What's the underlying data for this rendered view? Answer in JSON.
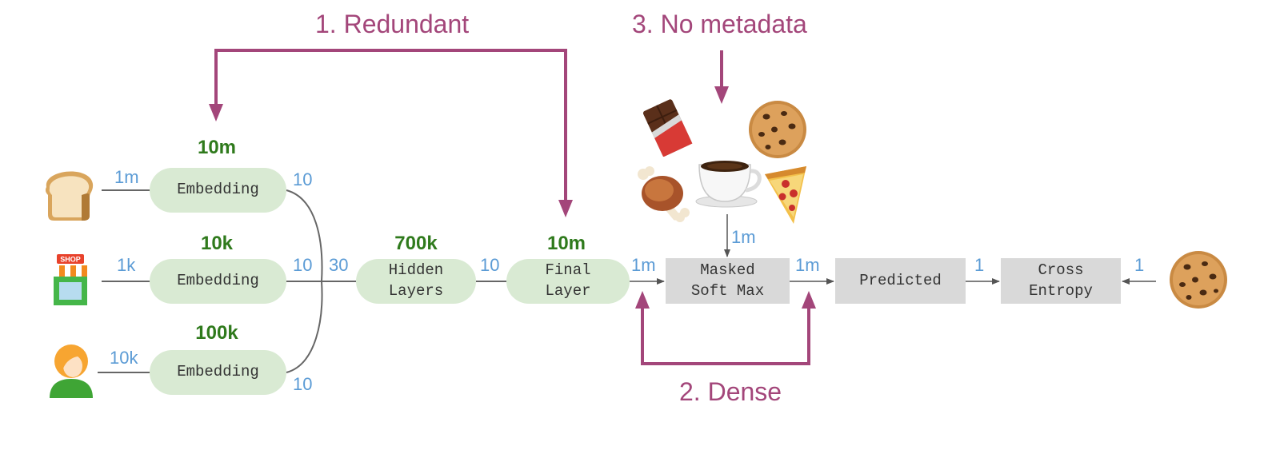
{
  "callouts": {
    "redundant": "1. Redundant",
    "dense": "2. Dense",
    "no_metadata": "3. No metadata"
  },
  "inputs": [
    {
      "icon": "bread-icon",
      "dim_in": "1m",
      "node": "Embedding",
      "params": "10m",
      "dim_out": "10"
    },
    {
      "icon": "shop-icon",
      "dim_in": "1k",
      "node": "Embedding",
      "params": "10k",
      "dim_out": "10"
    },
    {
      "icon": "user-icon",
      "dim_in": "10k",
      "node": "Embedding",
      "params": "100k",
      "dim_out": "10"
    }
  ],
  "hidden": {
    "dim_in": "30",
    "node": "Hidden\nLayers",
    "params": "700k",
    "dim_out": "10"
  },
  "final": {
    "node": "Final\nLayer",
    "params": "10m",
    "dim_out": "1m"
  },
  "softmax": {
    "node": "Masked\nSoft Max",
    "dim_top": "1m",
    "dim_out": "1m"
  },
  "predicted": {
    "node": "Predicted",
    "dim_out": "1"
  },
  "loss": {
    "node": "Cross\nEntropy",
    "dim_in": "1"
  },
  "target_icon": "cookie-icon",
  "candidates_icons": [
    "chocolate-bar-icon",
    "cookie-icon",
    "meat-on-bone-icon",
    "coffee-icon",
    "pizza-icon"
  ],
  "colors": {
    "callout": "#a3467a",
    "param": "#2f7a1c",
    "dimension": "#5b9bd5",
    "pill_fill": "#d9ead3",
    "box_fill": "#d9d9d9"
  }
}
